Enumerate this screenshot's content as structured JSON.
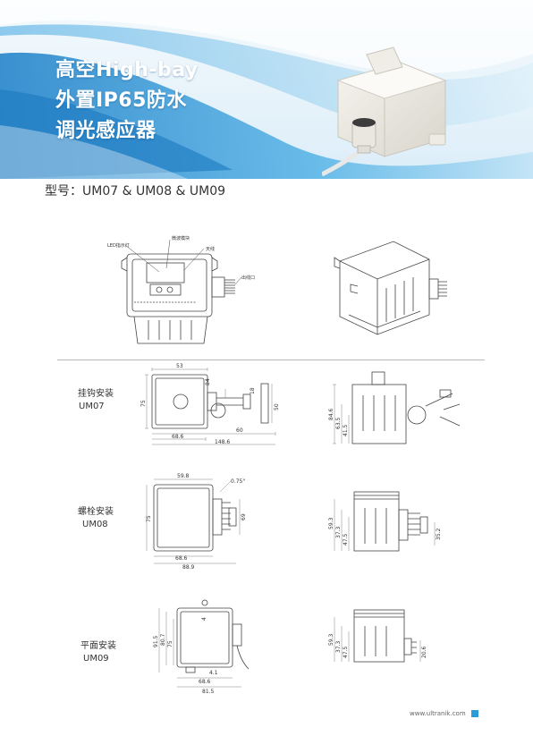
{
  "header": {
    "title_lines": [
      "高空High-bay",
      "外置IP65防水",
      "调光感应器"
    ]
  },
  "model_line": "型号：UM07 & UM08 & UM09",
  "top_drawing_labels": {
    "led": "LED指示灯",
    "sensor": "微波模块",
    "lens": "天线",
    "outlet": "出线口"
  },
  "mounting": [
    {
      "label": "挂钩安装",
      "model": "UM07",
      "front_dims": [
        "53",
        "84",
        "75",
        "18",
        "50",
        "60",
        "68.6",
        "148.6"
      ],
      "side_dims": [
        "84.6",
        "63.5",
        "41.5"
      ]
    },
    {
      "label": "螺栓安装",
      "model": "UM08",
      "front_dims": [
        "59.8",
        "0.75\"",
        "75",
        "69",
        "68.6",
        "88.9"
      ],
      "side_dims": [
        "59.3",
        "37.3",
        "47.5",
        "35.2"
      ]
    },
    {
      "label": "平面安装",
      "model": "UM09",
      "front_dims": [
        "4",
        "91.5",
        "80.7",
        "75",
        "4.1",
        "68.6",
        "81.5"
      ],
      "side_dims": [
        "59.3",
        "37.3",
        "47.5",
        "20.6"
      ]
    }
  ],
  "footer": {
    "url": "www.ultranik.com"
  },
  "colors": {
    "banner_light": "#e6f3fb",
    "banner_mid": "#7cc3ea",
    "banner_dark": "#1e86cc",
    "footer_square": "#2a9ad8"
  }
}
